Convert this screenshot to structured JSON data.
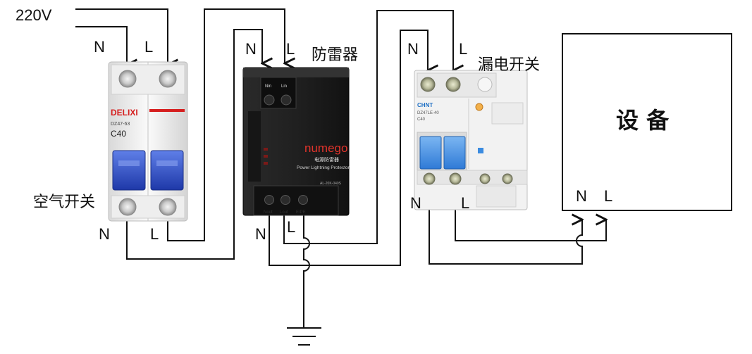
{
  "supply": {
    "voltage": "220V",
    "n": "N",
    "l": "L"
  },
  "air_switch": {
    "label": "空气开关",
    "brand": "DELIXI",
    "model": "DZ47-63",
    "rating": "C40",
    "term_in_n": "N",
    "term_in_l": "L",
    "term_out_n": "N",
    "term_out_l": "L"
  },
  "spd": {
    "label": "防雷器",
    "brand": "numego",
    "title_cn": "电源防雷器",
    "title_en": "Power Lightning Protector",
    "model": "AL-20K-040S",
    "term_in_n": "N",
    "term_in_l": "L",
    "term_in_n_print": "Nin",
    "term_in_l_print": "Lin",
    "term_out_n_print": "Nout",
    "term_out_l_print": "Lout",
    "term_pe_print": "E/PE",
    "term_out_l": "L",
    "term_out_n": "N"
  },
  "rcd": {
    "label": "漏电开关",
    "brand": "CHNT",
    "model": "DZ47LE-40",
    "rating": "C40",
    "term_in_n": "N",
    "term_in_l": "L",
    "term_out_n": "N",
    "term_out_l": "L"
  },
  "equipment": {
    "label": "设 备",
    "term_n": "N",
    "term_l": "L"
  },
  "colors": {
    "wire": "#111111",
    "spd_body": "#1b1b1b",
    "spd_brand": "#e0332b",
    "rcd_blue": "#3a8be0",
    "as_blue": "#2e4fc9",
    "delixi_red": "#d61f1f"
  }
}
